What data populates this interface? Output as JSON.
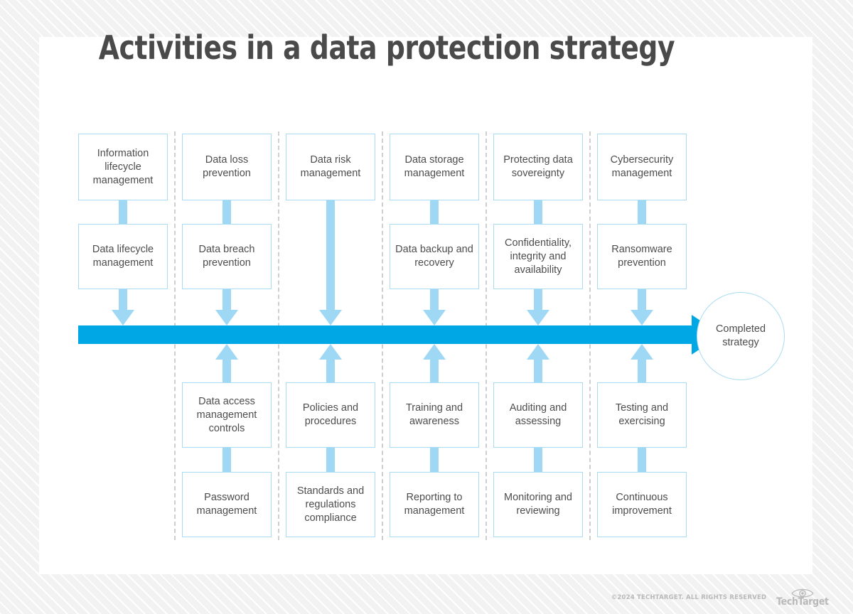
{
  "title": "Activities in a data protection strategy",
  "columns": [
    {
      "id": "information-lifecycle",
      "above": [
        "Information lifecycle management",
        "Data lifecycle management"
      ],
      "below": []
    },
    {
      "id": "data-loss-prevention",
      "above": [
        "Data loss prevention",
        "Data breach prevention"
      ],
      "below": [
        "Data access management controls",
        "Password management"
      ]
    },
    {
      "id": "data-risk-management",
      "above": [
        "Data risk management"
      ],
      "below": [
        "Policies and procedures",
        "Standards and regulations compliance"
      ]
    },
    {
      "id": "data-storage-management",
      "above": [
        "Data storage management",
        "Data backup and recovery"
      ],
      "below": [
        "Training and awareness",
        "Reporting to management"
      ]
    },
    {
      "id": "protecting-data-sovereignty",
      "above": [
        "Protecting data sovereignty",
        "Confidentiality, integrity and availability"
      ],
      "below": [
        "Auditing and assessing",
        "Monitoring and reviewing"
      ]
    },
    {
      "id": "cybersecurity-management",
      "above": [
        "Cybersecurity management",
        "Ransomware prevention"
      ],
      "below": [
        "Testing and exercising",
        "Continuous improvement"
      ]
    }
  ],
  "outcome": {
    "label": "Completed strategy"
  },
  "footer": {
    "copyright": "©2024 TECHTARGET. ALL RIGHTS RESERVED",
    "brand": "TechTarget"
  },
  "colors": {
    "bar": "#00a7e5",
    "connector": "#9ed8f5",
    "box_border": "#a9dcf2",
    "text": "#4d4d4d",
    "title": "#4a4a4a",
    "separator": "#cfcfcf",
    "page_background": "#f2f2f2"
  }
}
